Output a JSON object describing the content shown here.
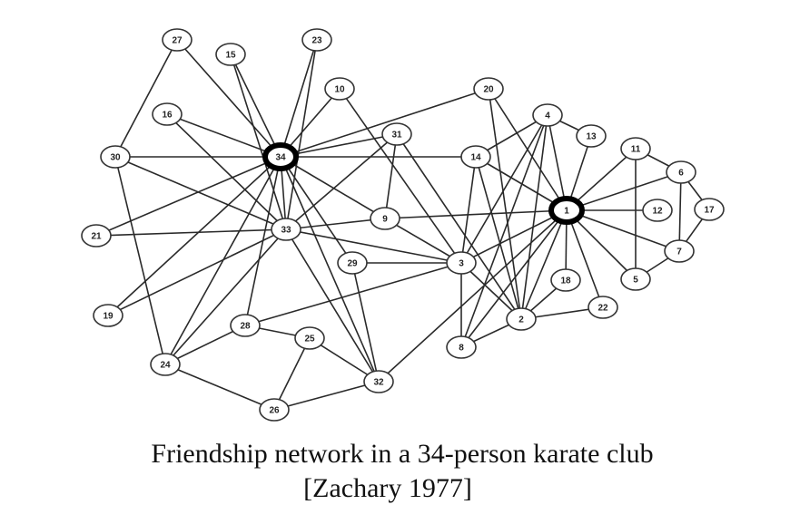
{
  "diagram": {
    "caption_line1": "Friendship network in a 34-person karate club",
    "caption_line2": "[Zachary 1977]",
    "nodes": [
      "1",
      "2",
      "3",
      "4",
      "5",
      "6",
      "7",
      "8",
      "9",
      "10",
      "11",
      "12",
      "13",
      "14",
      "15",
      "16",
      "17",
      "18",
      "19",
      "20",
      "21",
      "22",
      "23",
      "24",
      "25",
      "26",
      "27",
      "28",
      "29",
      "30",
      "31",
      "32",
      "33",
      "34"
    ],
    "hub_nodes": [
      "1",
      "34"
    ],
    "edges": [
      [
        "1",
        "2"
      ],
      [
        "1",
        "3"
      ],
      [
        "1",
        "4"
      ],
      [
        "1",
        "5"
      ],
      [
        "1",
        "6"
      ],
      [
        "1",
        "7"
      ],
      [
        "1",
        "8"
      ],
      [
        "1",
        "9"
      ],
      [
        "1",
        "11"
      ],
      [
        "1",
        "12"
      ],
      [
        "1",
        "13"
      ],
      [
        "1",
        "14"
      ],
      [
        "1",
        "18"
      ],
      [
        "1",
        "20"
      ],
      [
        "1",
        "22"
      ],
      [
        "1",
        "32"
      ],
      [
        "2",
        "3"
      ],
      [
        "2",
        "4"
      ],
      [
        "2",
        "8"
      ],
      [
        "2",
        "14"
      ],
      [
        "2",
        "18"
      ],
      [
        "2",
        "20"
      ],
      [
        "2",
        "22"
      ],
      [
        "2",
        "31"
      ],
      [
        "3",
        "4"
      ],
      [
        "3",
        "8"
      ],
      [
        "3",
        "9"
      ],
      [
        "3",
        "10"
      ],
      [
        "3",
        "14"
      ],
      [
        "3",
        "28"
      ],
      [
        "3",
        "29"
      ],
      [
        "3",
        "33"
      ],
      [
        "4",
        "8"
      ],
      [
        "4",
        "13"
      ],
      [
        "4",
        "14"
      ],
      [
        "5",
        "7"
      ],
      [
        "5",
        "11"
      ],
      [
        "6",
        "7"
      ],
      [
        "6",
        "11"
      ],
      [
        "6",
        "17"
      ],
      [
        "7",
        "17"
      ],
      [
        "9",
        "31"
      ],
      [
        "9",
        "33"
      ],
      [
        "9",
        "34"
      ],
      [
        "10",
        "34"
      ],
      [
        "14",
        "34"
      ],
      [
        "15",
        "33"
      ],
      [
        "15",
        "34"
      ],
      [
        "16",
        "33"
      ],
      [
        "16",
        "34"
      ],
      [
        "19",
        "33"
      ],
      [
        "19",
        "34"
      ],
      [
        "20",
        "34"
      ],
      [
        "21",
        "33"
      ],
      [
        "21",
        "34"
      ],
      [
        "23",
        "33"
      ],
      [
        "23",
        "34"
      ],
      [
        "24",
        "26"
      ],
      [
        "24",
        "28"
      ],
      [
        "24",
        "30"
      ],
      [
        "24",
        "33"
      ],
      [
        "24",
        "34"
      ],
      [
        "25",
        "26"
      ],
      [
        "25",
        "28"
      ],
      [
        "25",
        "32"
      ],
      [
        "26",
        "32"
      ],
      [
        "27",
        "30"
      ],
      [
        "27",
        "34"
      ],
      [
        "28",
        "34"
      ],
      [
        "29",
        "32"
      ],
      [
        "29",
        "34"
      ],
      [
        "30",
        "33"
      ],
      [
        "30",
        "34"
      ],
      [
        "31",
        "33"
      ],
      [
        "31",
        "34"
      ],
      [
        "32",
        "33"
      ],
      [
        "32",
        "34"
      ],
      [
        "33",
        "34"
      ]
    ]
  }
}
